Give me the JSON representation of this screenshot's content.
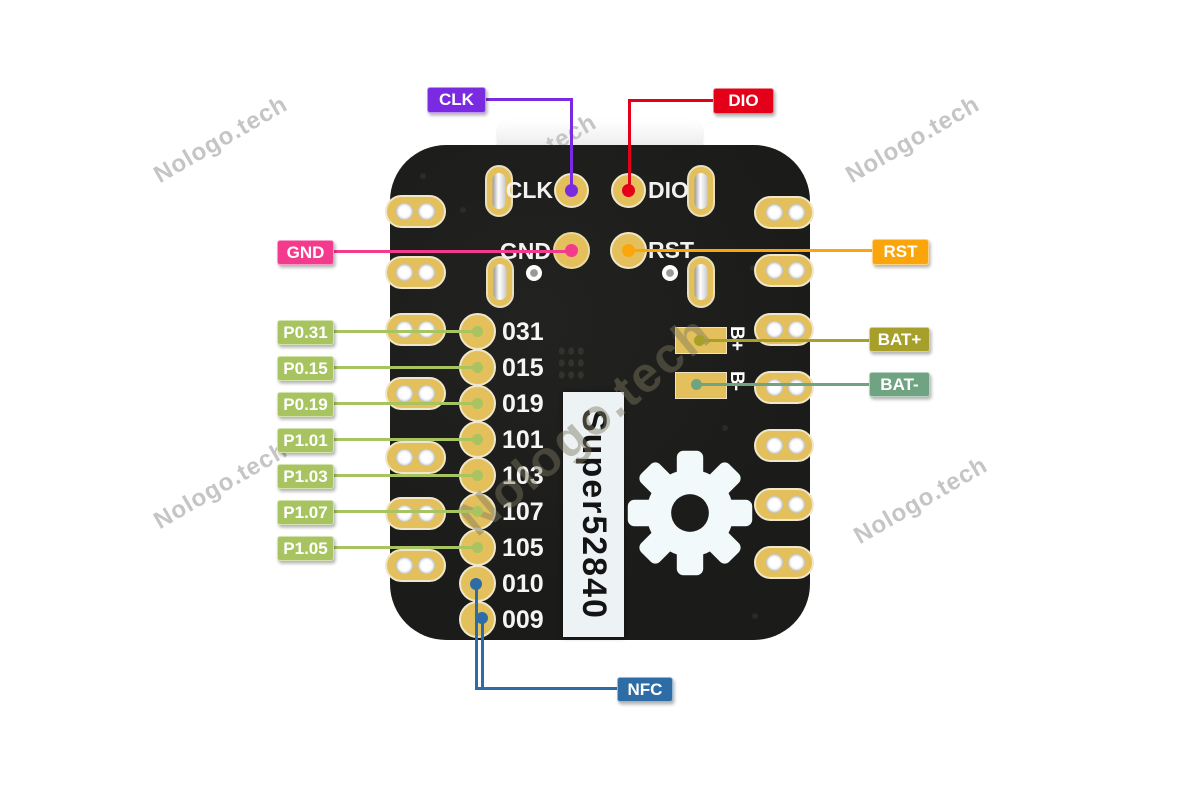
{
  "watermark": {
    "text": "Nologo.tech",
    "color": "#C5C5C5"
  },
  "board": {
    "name": "Super52840",
    "silk": {
      "clk": "CLK",
      "dio": "DIO",
      "gnd": "GND",
      "rst": "RST",
      "b_plus": "B+",
      "b_minus": "B-"
    },
    "pin_numbers": [
      "031",
      "015",
      "019",
      "101",
      "103",
      "107",
      "105",
      "010",
      "009"
    ],
    "colors": {
      "pcb": "#1C1C1A",
      "pad_gold": "#E3C05C",
      "label_bg": "#EDF3F5",
      "gear": "#F2F9FA"
    }
  },
  "callouts": {
    "clk": {
      "label": "CLK",
      "color": "#7A2BE2"
    },
    "dio": {
      "label": "DIO",
      "color": "#E50019"
    },
    "gnd": {
      "label": "GND",
      "color": "#F43A8C"
    },
    "rst": {
      "label": "RST",
      "color": "#FBA50D"
    },
    "bat_plus": {
      "label": "BAT+",
      "color": "#A6A02B"
    },
    "bat_minus": {
      "label": "BAT-",
      "color": "#6FA381"
    },
    "nfc": {
      "label": "NFC",
      "color": "#2E6CA5"
    },
    "pin_color": "#A8C460",
    "pins": [
      {
        "label": "P0.31"
      },
      {
        "label": "P0.15"
      },
      {
        "label": "P0.19"
      },
      {
        "label": "P1.01"
      },
      {
        "label": "P1.03"
      },
      {
        "label": "P1.07"
      },
      {
        "label": "P1.05"
      }
    ]
  }
}
